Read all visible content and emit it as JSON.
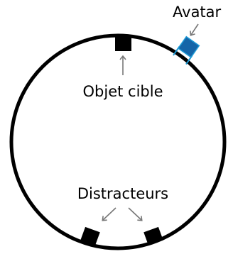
{
  "labels": {
    "avatar": "Avatar",
    "target": "Objet cible",
    "distractors": "Distracteurs"
  },
  "colors": {
    "ring": "#000000",
    "marker": "#000000",
    "avatar_fill": "#1565a8",
    "avatar_outline": "#1e9ad6",
    "arrow": "#777777"
  }
}
